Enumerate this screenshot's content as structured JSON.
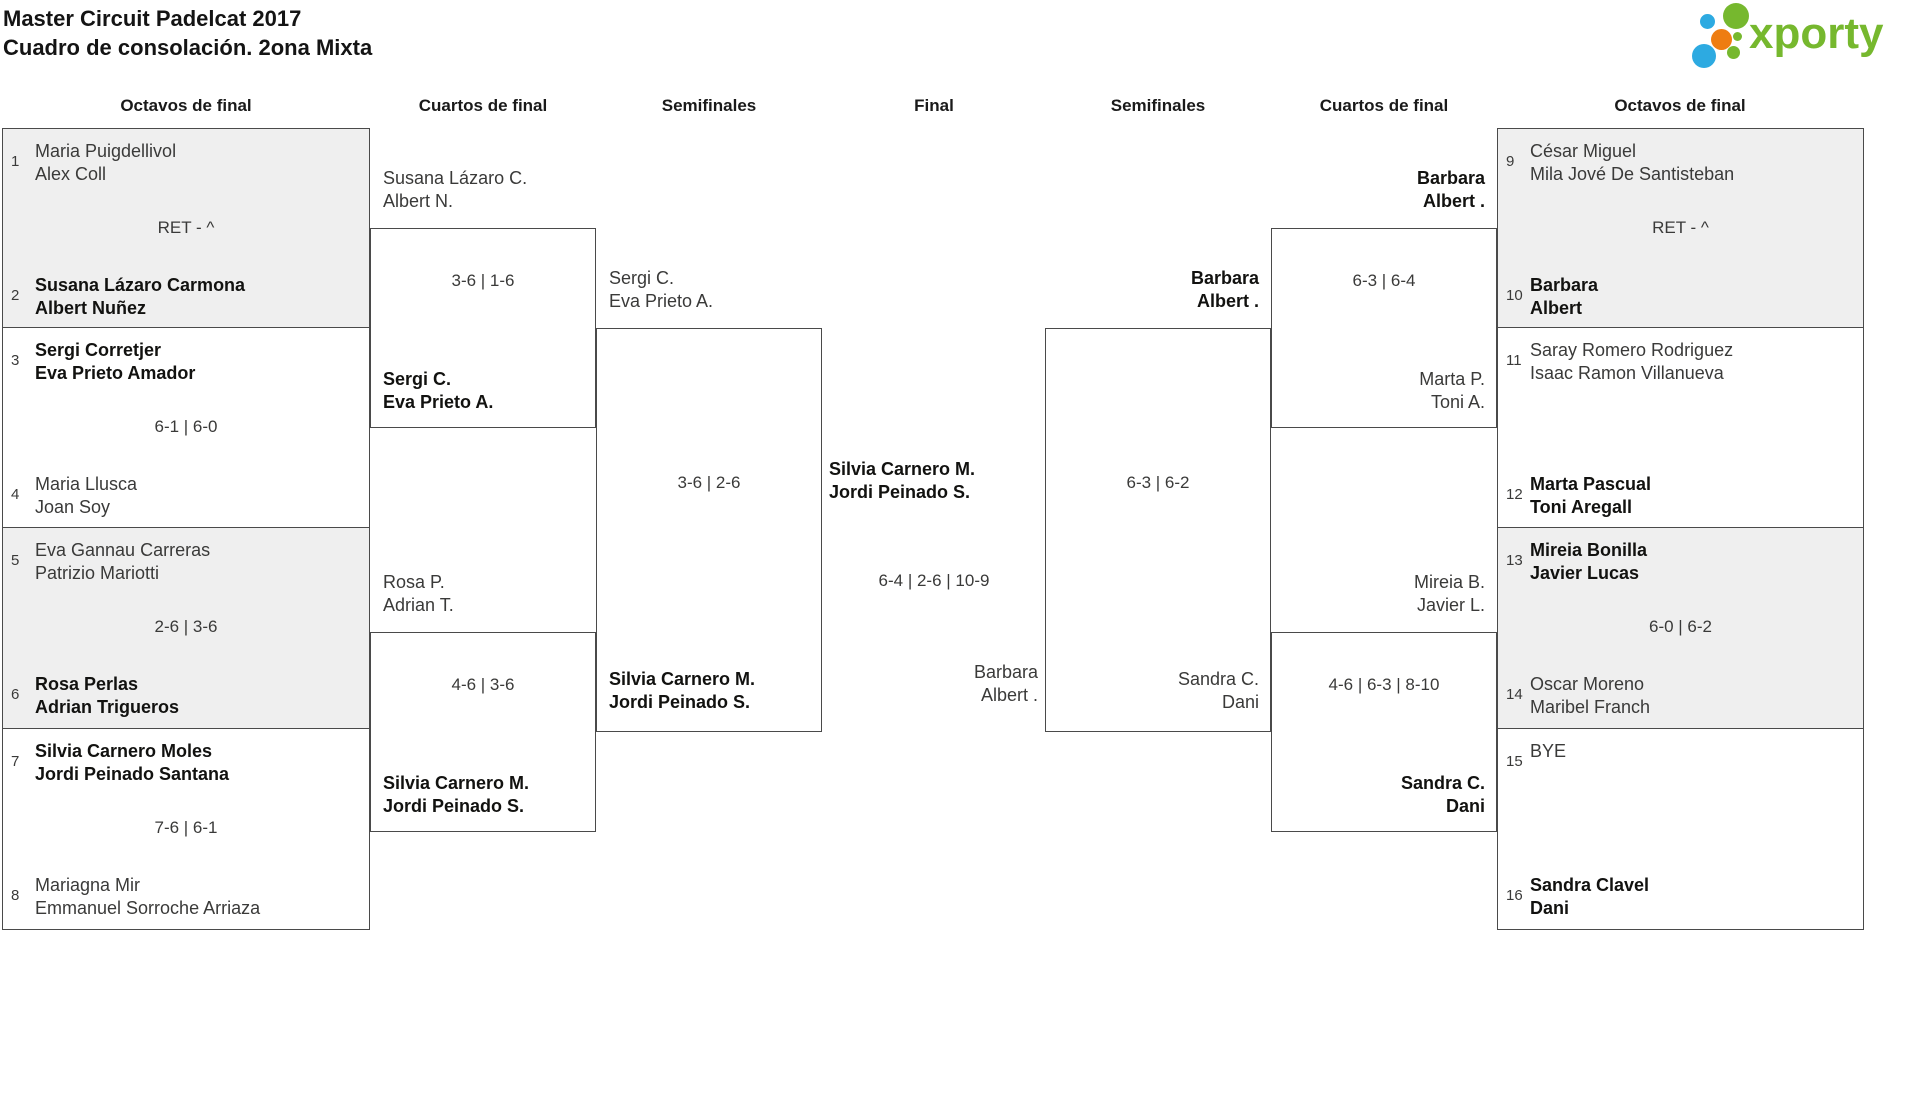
{
  "title": {
    "line1": "Master Circuit Padelcat 2017",
    "line2": "Cuadro de consolación. 2ona Mixta"
  },
  "logo": {
    "text": "xporty",
    "green": "#76b82e",
    "blue": "#2daae1",
    "orange": "#ee7d11"
  },
  "colors": {
    "box_border": "#4a4a4a",
    "shaded_match_bg": "#efefef",
    "winner_text": "#121210",
    "regular_text": "#3a3a39"
  },
  "round_headers": {
    "r16_left": "Octavos de final",
    "qf_left": "Cuartos de final",
    "sf_left": "Semifinales",
    "final": "Final",
    "sf_right": "Semifinales",
    "qf_right": "Cuartos de final",
    "r16_right": "Octavos de final"
  },
  "r16_left": [
    {
      "seed_a": "1",
      "a1": "Maria Puigdellivol",
      "a2": "Alex Coll",
      "score": "RET - ^",
      "seed_b": "2",
      "b1": "Susana Lázaro Carmona",
      "b2": "Albert Nuñez",
      "winner": "b"
    },
    {
      "seed_a": "3",
      "a1": "Sergi Corretjer",
      "a2": "Eva Prieto Amador",
      "score": "6-1 | 6-0",
      "seed_b": "4",
      "b1": "Maria Llusca",
      "b2": "Joan Soy",
      "winner": "a"
    },
    {
      "seed_a": "5",
      "a1": "Eva Gannau Carreras",
      "a2": "Patrizio Mariotti",
      "score": "2-6 | 3-6",
      "seed_b": "6",
      "b1": "Rosa Perlas",
      "b2": "Adrian Trigueros",
      "winner": "b"
    },
    {
      "seed_a": "7",
      "a1": "Silvia Carnero Moles",
      "a2": "Jordi Peinado Santana",
      "score": "7-6 | 6-1",
      "seed_b": "8",
      "b1": "Mariagna Mir",
      "b2": "Emmanuel Sorroche Arriaza",
      "winner": "a"
    }
  ],
  "r16_right": [
    {
      "seed_a": "9",
      "a1": "César Miguel",
      "a2": "Mila Jové De Santisteban",
      "score": "RET - ^",
      "seed_b": "10",
      "b1": "Barbara",
      "b2": "Albert",
      "winner": "b"
    },
    {
      "seed_a": "11",
      "a1": "Saray Romero Rodriguez",
      "a2": "Isaac Ramon Villanueva",
      "score": "",
      "seed_b": "12",
      "b1": "Marta Pascual",
      "b2": "Toni Aregall",
      "winner": "b"
    },
    {
      "seed_a": "13",
      "a1": "Mireia Bonilla",
      "a2": "Javier Lucas",
      "score": "6-0 | 6-2",
      "seed_b": "14",
      "b1": "Oscar Moreno",
      "b2": "Maribel Franch",
      "winner": "a"
    },
    {
      "seed_a": "15",
      "a1": "BYE",
      "a2": "",
      "score": "",
      "seed_b": "16",
      "b1": "Sandra Clavel",
      "b2": "Dani",
      "winner": "b"
    }
  ],
  "qf_left": [
    {
      "above1": "Susana Lázaro C.",
      "above2": "Albert N.",
      "above_bold": false,
      "score": "3-6 | 1-6",
      "inside1": "Sergi C.",
      "inside2": "Eva Prieto A.",
      "inside_bold": true
    },
    {
      "above1": "Rosa P.",
      "above2": "Adrian T.",
      "above_bold": false,
      "score": "4-6 | 3-6",
      "inside1": "Silvia Carnero M.",
      "inside2": "Jordi Peinado S.",
      "inside_bold": true
    }
  ],
  "qf_right": [
    {
      "above1": "Barbara",
      "above2": "Albert .",
      "above_bold": true,
      "score": "6-3 | 6-4",
      "inside1": "Marta P.",
      "inside2": "Toni A.",
      "inside_bold": false
    },
    {
      "above1": "Mireia B.",
      "above2": "Javier L.",
      "above_bold": false,
      "score": "4-6 | 6-3 | 8-10",
      "inside1": "Sandra C.",
      "inside2": "Dani",
      "inside_bold": true
    }
  ],
  "sf_left": {
    "above1": "Sergi C.",
    "above2": "Eva Prieto A.",
    "above_bold": false,
    "score": "3-6 | 2-6",
    "inside1": "Silvia Carnero M.",
    "inside2": "Jordi Peinado S.",
    "inside_bold": true
  },
  "sf_right": {
    "above1": "Barbara",
    "above2": "Albert .",
    "above_bold": true,
    "score": "6-3 | 6-2",
    "inside1": "Sandra C.",
    "inside2": "Dani",
    "inside_bold": false
  },
  "final": {
    "winner1": "Silvia Carnero M.",
    "winner2": "Jordi Peinado S.",
    "score": "6-4 | 2-6 | 10-9",
    "runnerup1": "Barbara",
    "runnerup2": "Albert ."
  }
}
